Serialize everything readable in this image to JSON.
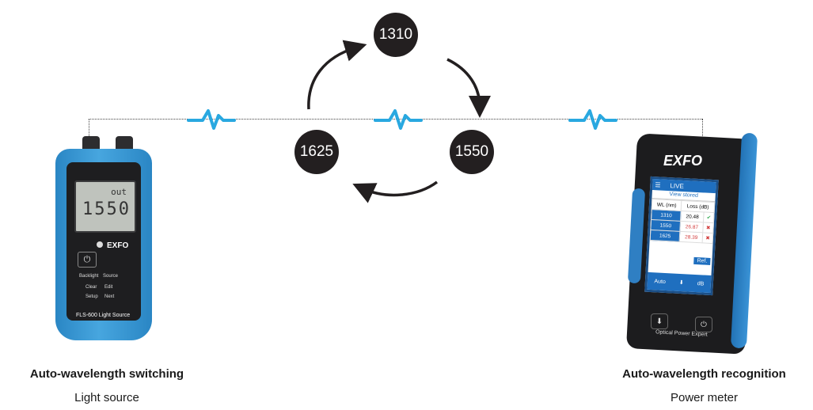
{
  "cycle": {
    "wl_1310": "1310",
    "wl_1550": "1550",
    "wl_1625": "1625"
  },
  "light_source": {
    "lcd_mode": "out",
    "lcd_value": "1550",
    "brand": "EXFO",
    "keys": [
      "Backlight",
      "Source",
      "Clear",
      "Edit",
      "Setup",
      "Next"
    ],
    "model": "FLS-600  Light Source",
    "caption_title": "Auto-wavelength switching",
    "caption_sub": "Light source"
  },
  "power_meter": {
    "brand": "EXFO",
    "screen_title": "LIVE",
    "view_stored": "View stored",
    "col_wl": "WL (nm)",
    "col_loss": "Loss (dB)",
    "rows": [
      {
        "wl": "1310",
        "loss": "20.48",
        "status": "pass"
      },
      {
        "wl": "1550",
        "loss": "26.87",
        "status": "fail"
      },
      {
        "wl": "1625",
        "loss": "28.39",
        "status": "fail"
      }
    ],
    "ref_label": "Ref.",
    "auto_label": "Auto",
    "unit_label": "dB",
    "model": "Optical Power Expert",
    "caption_title": "Auto-wavelength recognition",
    "caption_sub": "Power meter"
  },
  "colors": {
    "signal": "#29a8e0",
    "node": "#231f20",
    "device_blue": "#2f86c6"
  }
}
